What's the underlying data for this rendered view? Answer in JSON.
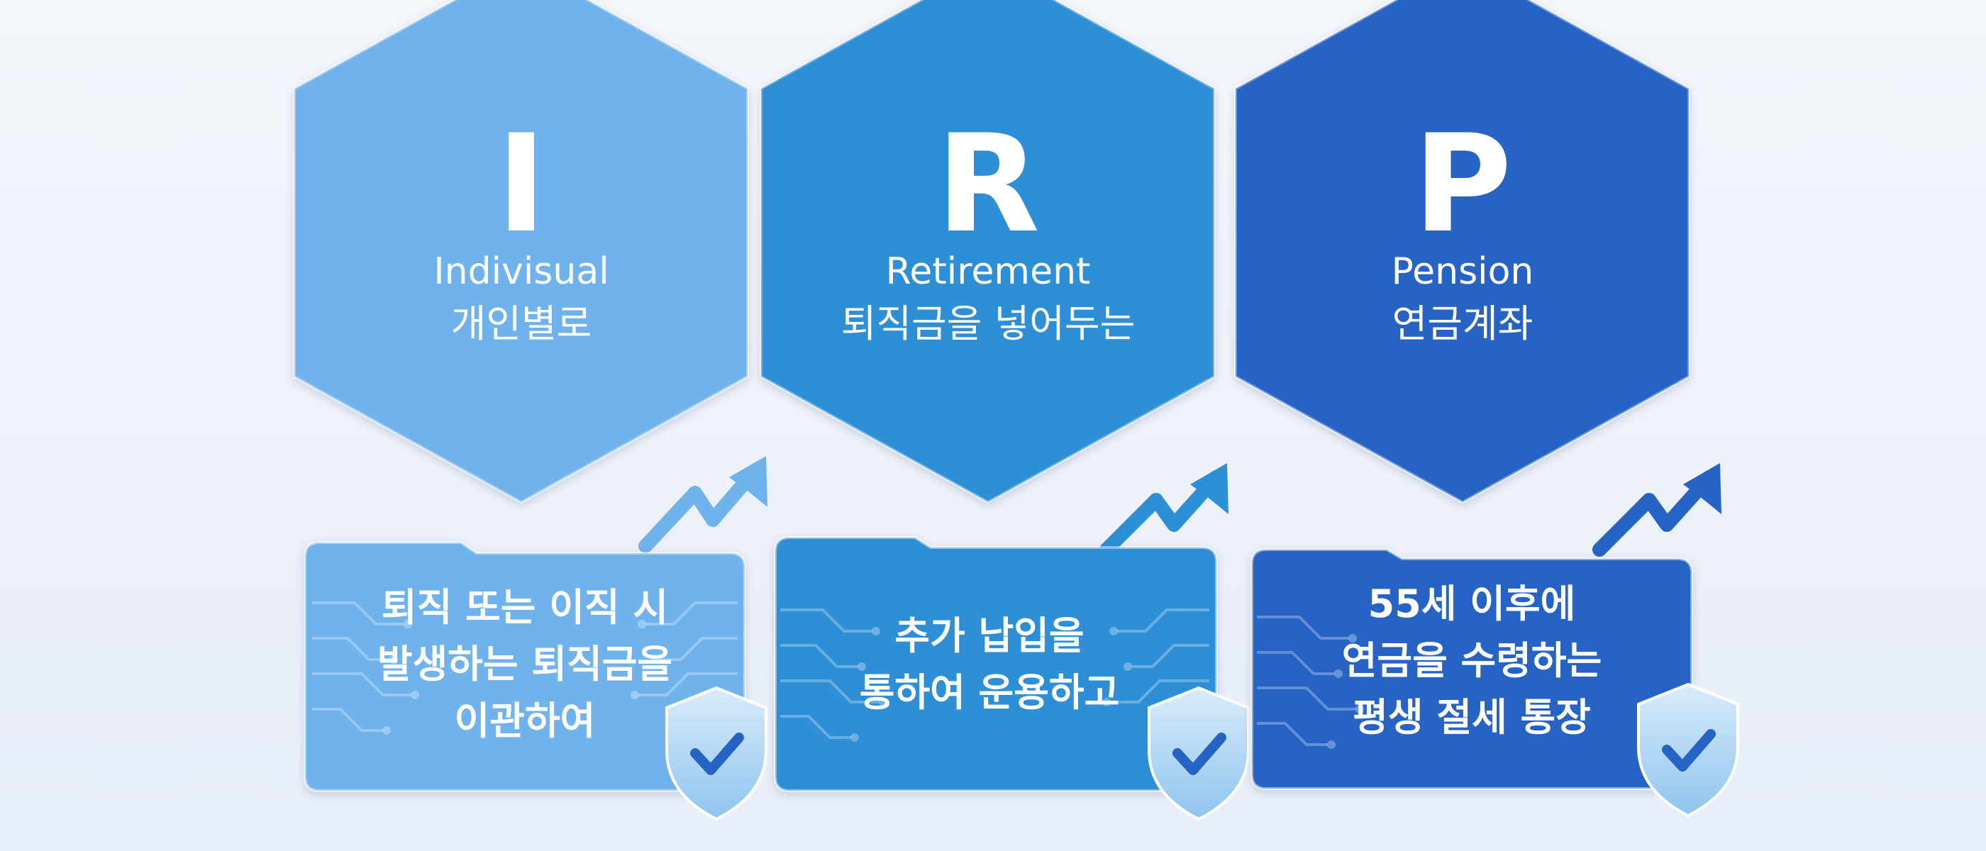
{
  "colors": {
    "column_1": "#6fb3ec",
    "column_2": "#2d8fd6",
    "column_3": "#2563c4",
    "text": "#ffffff"
  },
  "columns": [
    {
      "letter": "I",
      "word": "Indivisual",
      "korean": "개인별로",
      "card_lines": [
        "퇴직 또는 이직 시",
        "발생하는 퇴직금을",
        "이관하여"
      ]
    },
    {
      "letter": "R",
      "word": "Retirement",
      "korean": "퇴직금을 넣어두는",
      "card_lines": [
        "추가 납입을",
        "통하여 운용하고"
      ]
    },
    {
      "letter": "P",
      "word": "Pension",
      "korean": "연금계좌",
      "card_lines": [
        "55세 이후에",
        "연금을 수령하는",
        "평생 절세 통장"
      ]
    }
  ],
  "icons": {
    "growth": "rising-arrow-icon",
    "security": "shield-check-icon",
    "decor": "circuit-lines-decoration"
  },
  "bottom_text": ""
}
